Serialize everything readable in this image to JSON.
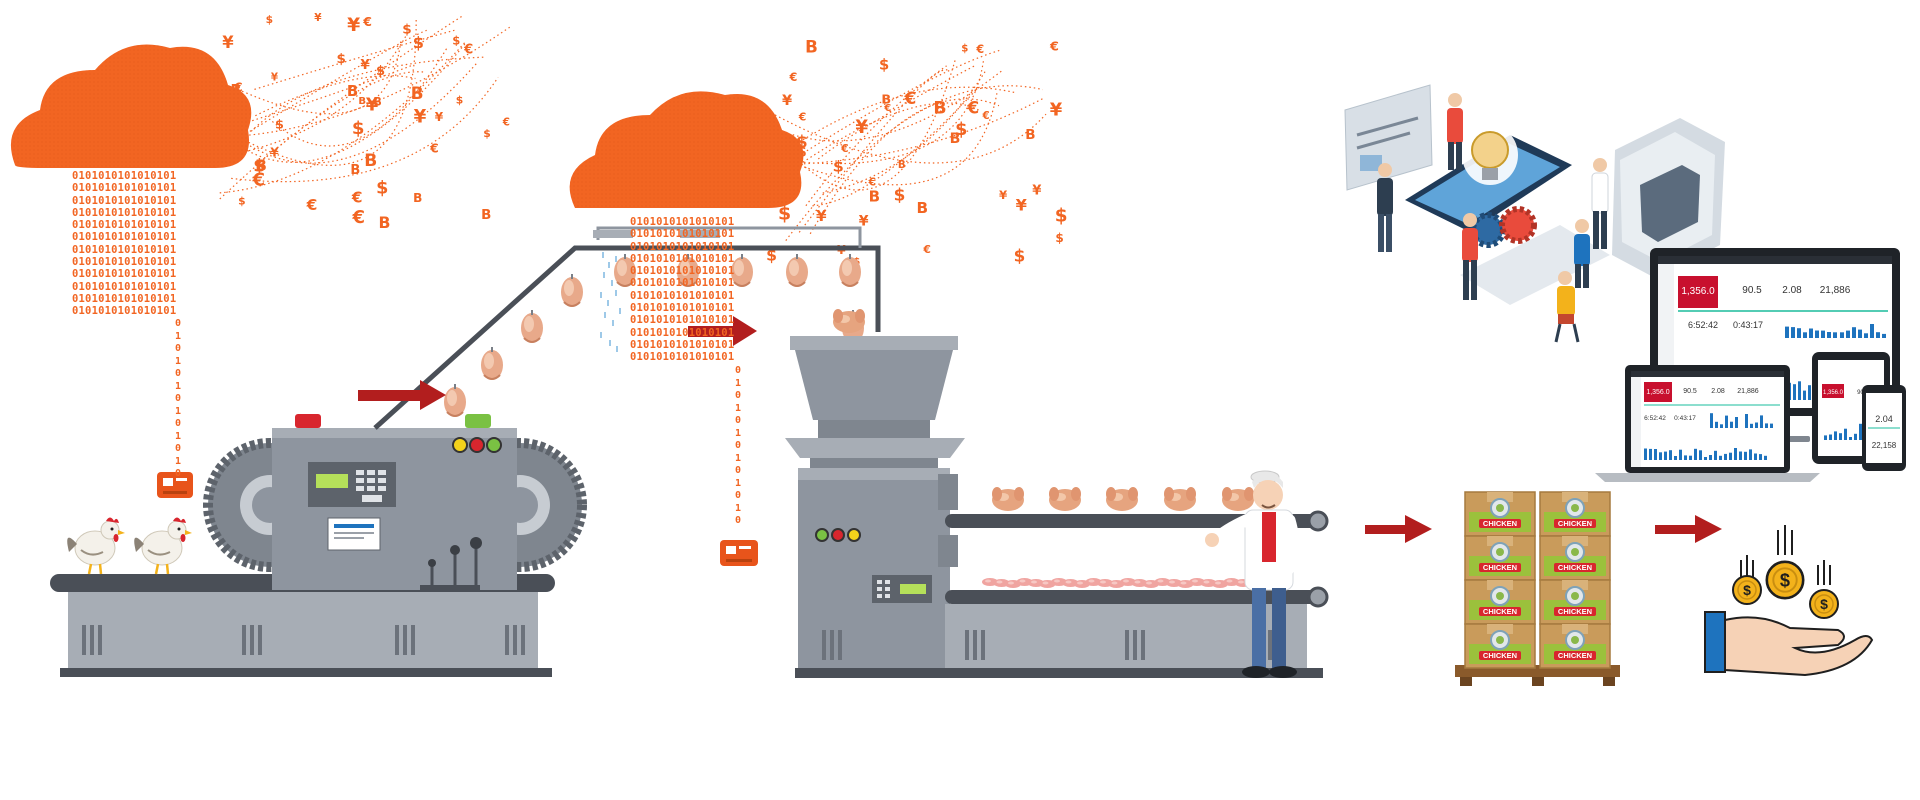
{
  "binary": {
    "row": "0101010101010101",
    "column": "0101010101010"
  },
  "currency_symbols": [
    "$",
    "€",
    "¥",
    "B"
  ],
  "box_label": "CHICKEN",
  "dashboards": {
    "large_monitor": {
      "kpi_primary": "1,356.0",
      "kpis": [
        "90.5",
        "2.08",
        "21,886",
        "6:52:42",
        "0:43:17"
      ]
    },
    "laptop": {
      "kpi_primary": "1,356.0",
      "kpis": [
        "90.5",
        "2.08",
        "21,886",
        "6:52:42",
        "0:43:17"
      ]
    },
    "tablet": {
      "kpi_primary": "1,356.0",
      "kpis": [
        "90.5"
      ]
    },
    "phone": {
      "kpis": [
        "2.04",
        "22,158"
      ]
    }
  },
  "colors": {
    "cloud": "#f26522",
    "machine": "#8e959f",
    "machine_light": "#a7adb5",
    "belt": "#4a4f57",
    "arrow": "#b21e1e",
    "box": "#c99b5b",
    "box_label": "#9bc13c",
    "coin": "#f3b21b"
  },
  "icons": [
    "cloud-icon",
    "chicken-icon",
    "gear-icon",
    "lightbulb-icon",
    "coin-icon",
    "hand-icon",
    "arrow-icon"
  ]
}
